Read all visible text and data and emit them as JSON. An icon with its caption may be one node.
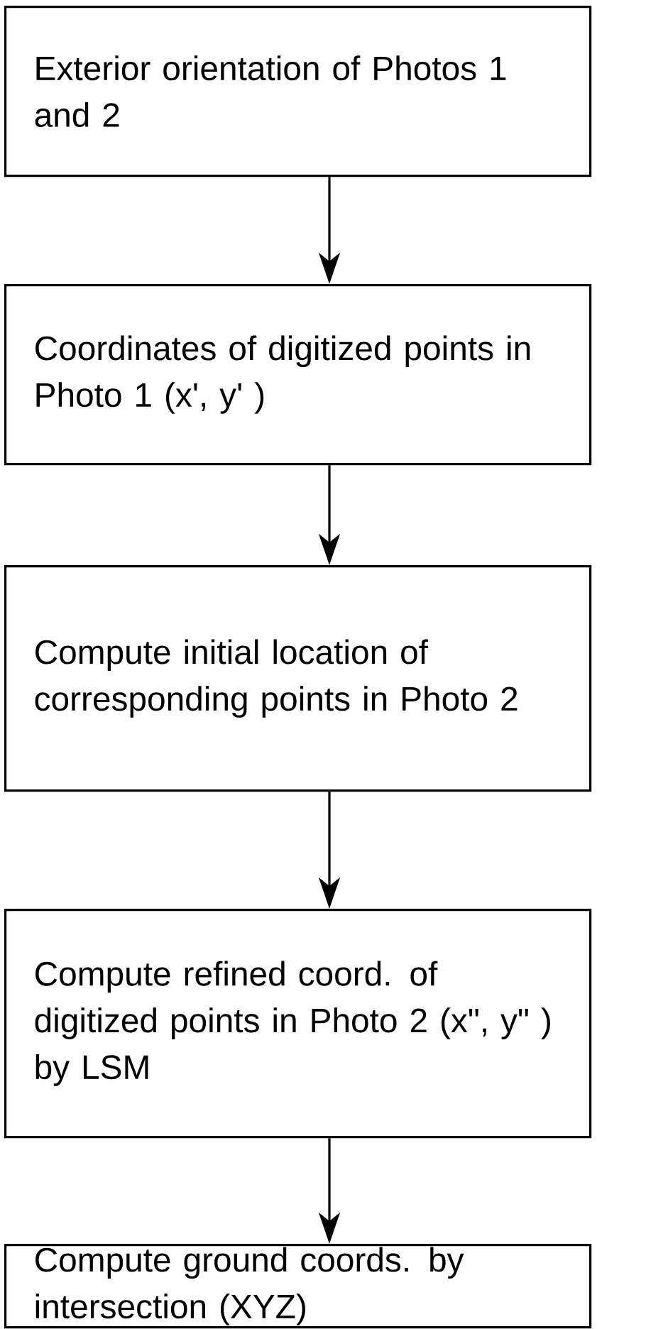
{
  "diagram": {
    "nodes": [
      {
        "text": [
          "Exterior orientation of Photos 1 and 2"
        ]
      },
      {
        "text": [
          "Coordinates of digitized points in Photo 1 (x', y' )"
        ]
      },
      {
        "text": [
          "Compute initial location of corresponding points in Photo 2"
        ]
      },
      {
        "text": [
          "Compute refined coord. of digitized points in Photo 2 (x\", y\" ) by LSM"
        ]
      },
      {
        "text": [
          "Compute ground coords. by intersection (XYZ)"
        ]
      }
    ],
    "edges": [
      {
        "from": 0,
        "to": 1,
        "arrow": "to"
      },
      {
        "from": 1,
        "to": 2,
        "arrow": "to"
      },
      {
        "from": 2,
        "to": 3,
        "arrow": "to"
      },
      {
        "from": 3,
        "to": 4,
        "arrow": "to"
      }
    ]
  }
}
